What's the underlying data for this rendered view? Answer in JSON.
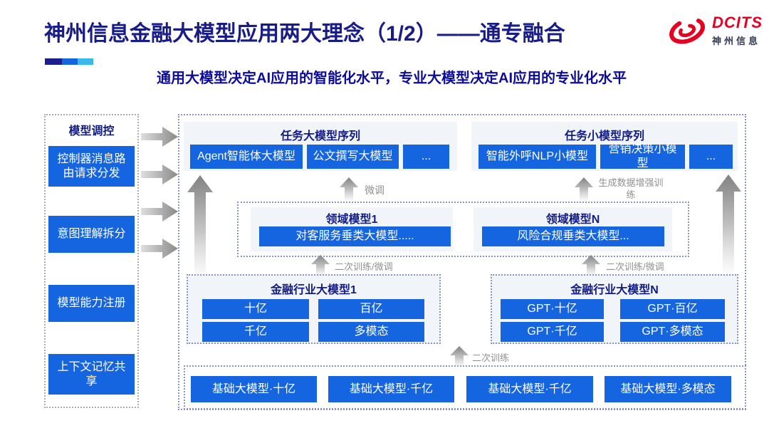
{
  "header": {
    "title": "神州信息金融大模型应用两大理念（1/2）——通专融合",
    "subtitle": "通用大模型决定AI应用的智能化水平，专业大模型决定AI应用的专业化水平",
    "logo": {
      "brand": "DCITS",
      "brand_cn": "神州信息"
    }
  },
  "sidebar": {
    "title": "模型调控",
    "items": [
      "控制器消息路由请求分发",
      "意图理解拆分",
      "模型能力注册",
      "上下文记忆共享"
    ]
  },
  "diagram": {
    "task_large_series": {
      "title": "任务大模型序列",
      "items": [
        "Agent智能体大模型",
        "公文撰写大模型",
        "..."
      ]
    },
    "task_small_series": {
      "title": "任务小模型序列",
      "items": [
        "智能外呼NLP小模型",
        "营销决策小模型",
        "..."
      ]
    },
    "domain_model_1": {
      "title": "领域模型1",
      "model": "对客服务垂类大模型....."
    },
    "domain_model_n": {
      "title": "领域模型N",
      "model": "风险合规垂类大模型..."
    },
    "industry_model_1": {
      "title": "金融行业大模型1",
      "items": [
        "十亿",
        "百亿",
        "千亿",
        "多模态"
      ]
    },
    "industry_model_n": {
      "title": "金融行业大模型N",
      "items": [
        "GPT·十亿",
        "GPT·百亿",
        "GPT·千亿",
        "GPT·多模态"
      ]
    },
    "base_models": [
      "基础大模型·十亿",
      "基础大模型·千亿",
      "基础大模型·千亿",
      "基础大模型·多模态"
    ],
    "arrow_labels": {
      "finetune": "微调",
      "generate_data_training": "生成数据增强训练",
      "secondary_training_finetune_left": "二次训练/微调",
      "secondary_training_finetune_right": "二次训练/微调",
      "secondary_training": "二次训练"
    }
  },
  "colors": {
    "accent_blue": "#1565e0",
    "navy_text": "#121c86",
    "logo_red": "#e60021",
    "arrow_gray": "#9a9a9a"
  }
}
